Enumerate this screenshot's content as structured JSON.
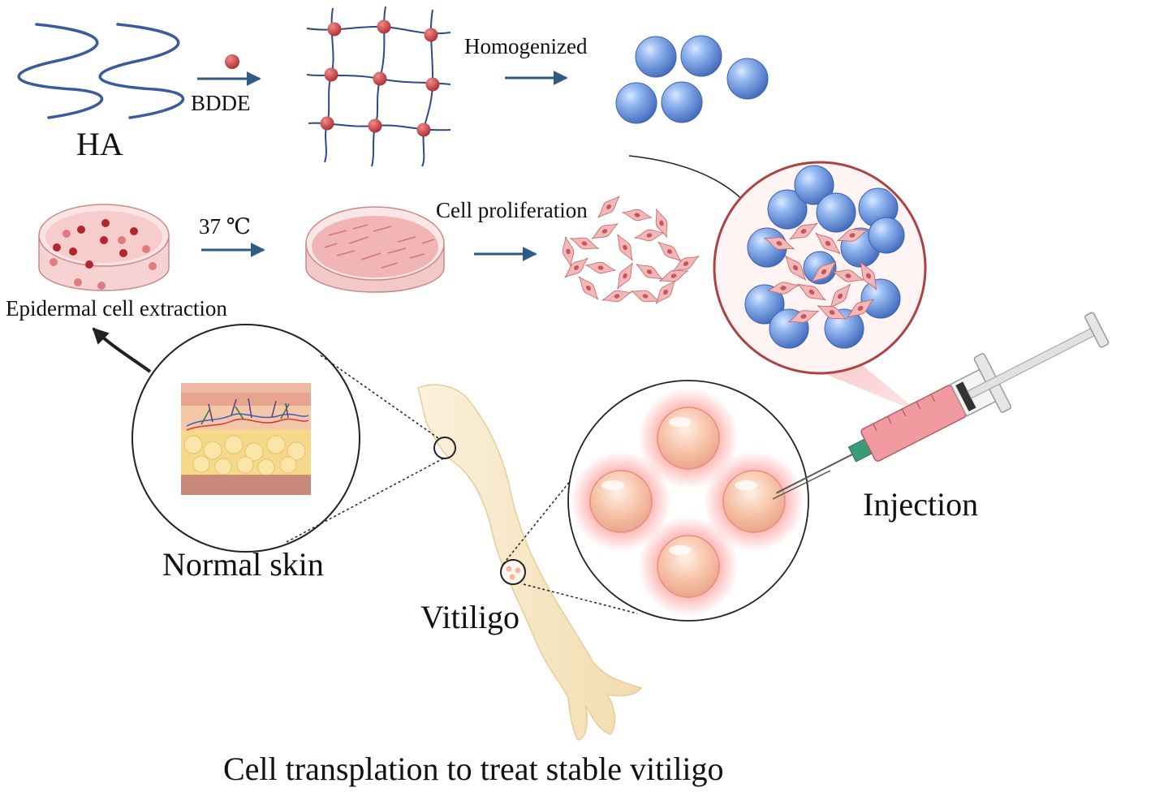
{
  "labels": {
    "ha": "HA",
    "bdde": "BDDE",
    "homogenized": "Homogenized",
    "temp": "37 ℃",
    "cell_proliferation": "Cell proliferation",
    "epidermal": "Epidermal cell extraction",
    "normal_skin": "Normal skin",
    "vitiligo": "Vitiligo",
    "injection": "Injection",
    "caption": "Cell transplation to treat stable vitiligo"
  },
  "colors": {
    "arrow": "#2e5a86",
    "ha_strand": "#3b5a9a",
    "crosslink": "#c0393b",
    "microsphere": "#6f9be0",
    "cell": "#e79a9a",
    "dish": "#f3c6c6",
    "skin": "#f4e4c4",
    "syringe_fluid": "#e88a90"
  }
}
